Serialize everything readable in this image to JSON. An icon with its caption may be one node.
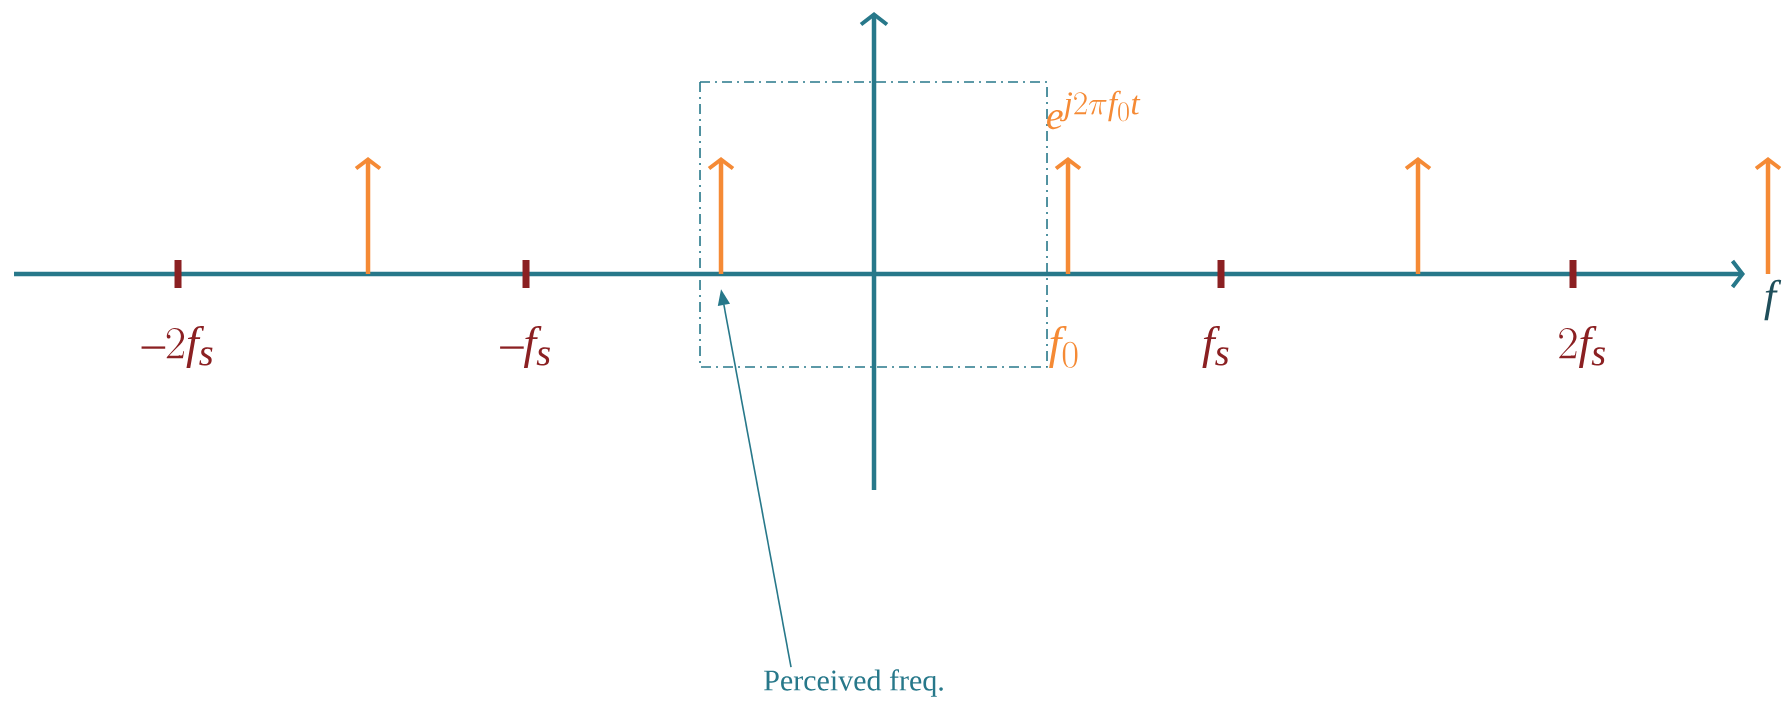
{
  "diagram": {
    "nodes": [
      {
        "text": [
          "Perceived freq."
        ]
      },
      {
        "text": [],
        "shape": "arrow"
      },
      {
        "text": [],
        "shape": "arrow"
      },
      {
        "text": [],
        "shape": "arrow"
      },
      {
        "text": [],
        "shape": "arrow"
      },
      {
        "text": [],
        "shape": "arrow"
      }
    ],
    "edges": [
      {
        "from": 0,
        "to": 2,
        "arrow": "to"
      }
    ],
    "labels": [
      "e^{j2\\pi f_0 t}",
      "-2f_s",
      "-f_s",
      "f_0",
      "f_s",
      "2f_s",
      "f"
    ]
  }
}
